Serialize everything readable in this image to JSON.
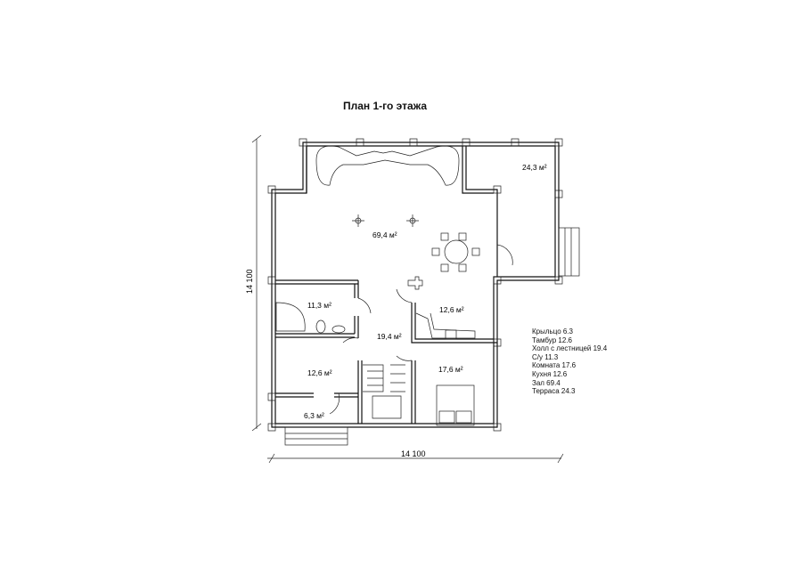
{
  "title": "План 1-го этажа",
  "dimensions": {
    "vertical": "14 100",
    "horizontal": "14 100"
  },
  "rooms": [
    {
      "name": "terrace",
      "area": "24,3 м²"
    },
    {
      "name": "hall",
      "area": "69,4 м²"
    },
    {
      "name": "wc",
      "area": "11,3 м²"
    },
    {
      "name": "kitchen",
      "area": "12,6 м²"
    },
    {
      "name": "stair-hall",
      "area": "19,4 м²"
    },
    {
      "name": "vestibule",
      "area": "12,6 м²"
    },
    {
      "name": "room",
      "area": "17,6 м²"
    },
    {
      "name": "porch",
      "area": "6,3 м²"
    }
  ],
  "legend": [
    "Крыльцо 6.3",
    "Тамбур 12.6",
    "Холл с лестницей 19.4",
    "С/у 11.3",
    "Комната 17.6",
    "Кухня 12.6",
    "Зал 69.4",
    "Терраса 24.3"
  ]
}
